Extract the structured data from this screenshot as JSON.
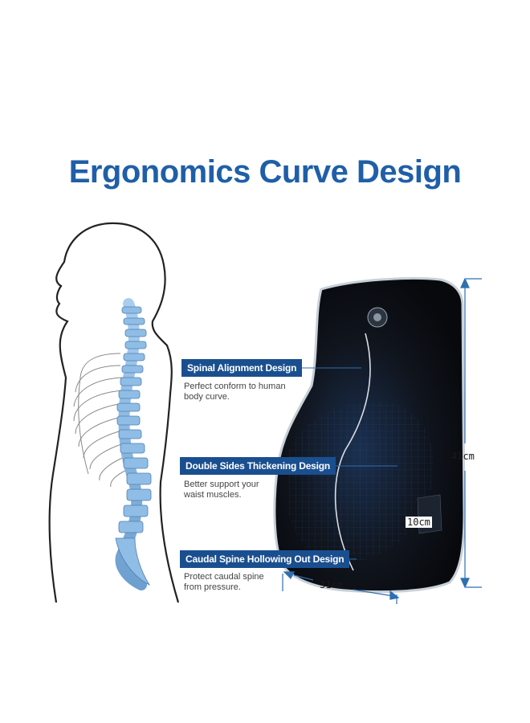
{
  "title": "Ergonomics Curve Design",
  "features": [
    {
      "label": "Spinal Alignment Design",
      "desc_line1": "Perfect conform to human",
      "desc_line2": "body curve."
    },
    {
      "label": "Double Sides Thickening Design",
      "desc_line1": "Better support your",
      "desc_line2": "waist muscles."
    },
    {
      "label": "Caudal Spine Hollowing Out Design",
      "desc_line1": "Protect caudal spine",
      "desc_line2": "from pressure."
    }
  ],
  "dimensions": {
    "height": "41cm",
    "depth": "10cm",
    "width": "31cm"
  },
  "colors": {
    "title": "#1f5fa8",
    "label_bg": "#1a4f8f",
    "spine": "#7fb0dc",
    "cushion": "#111418",
    "dim_line": "#2f6fb0"
  }
}
